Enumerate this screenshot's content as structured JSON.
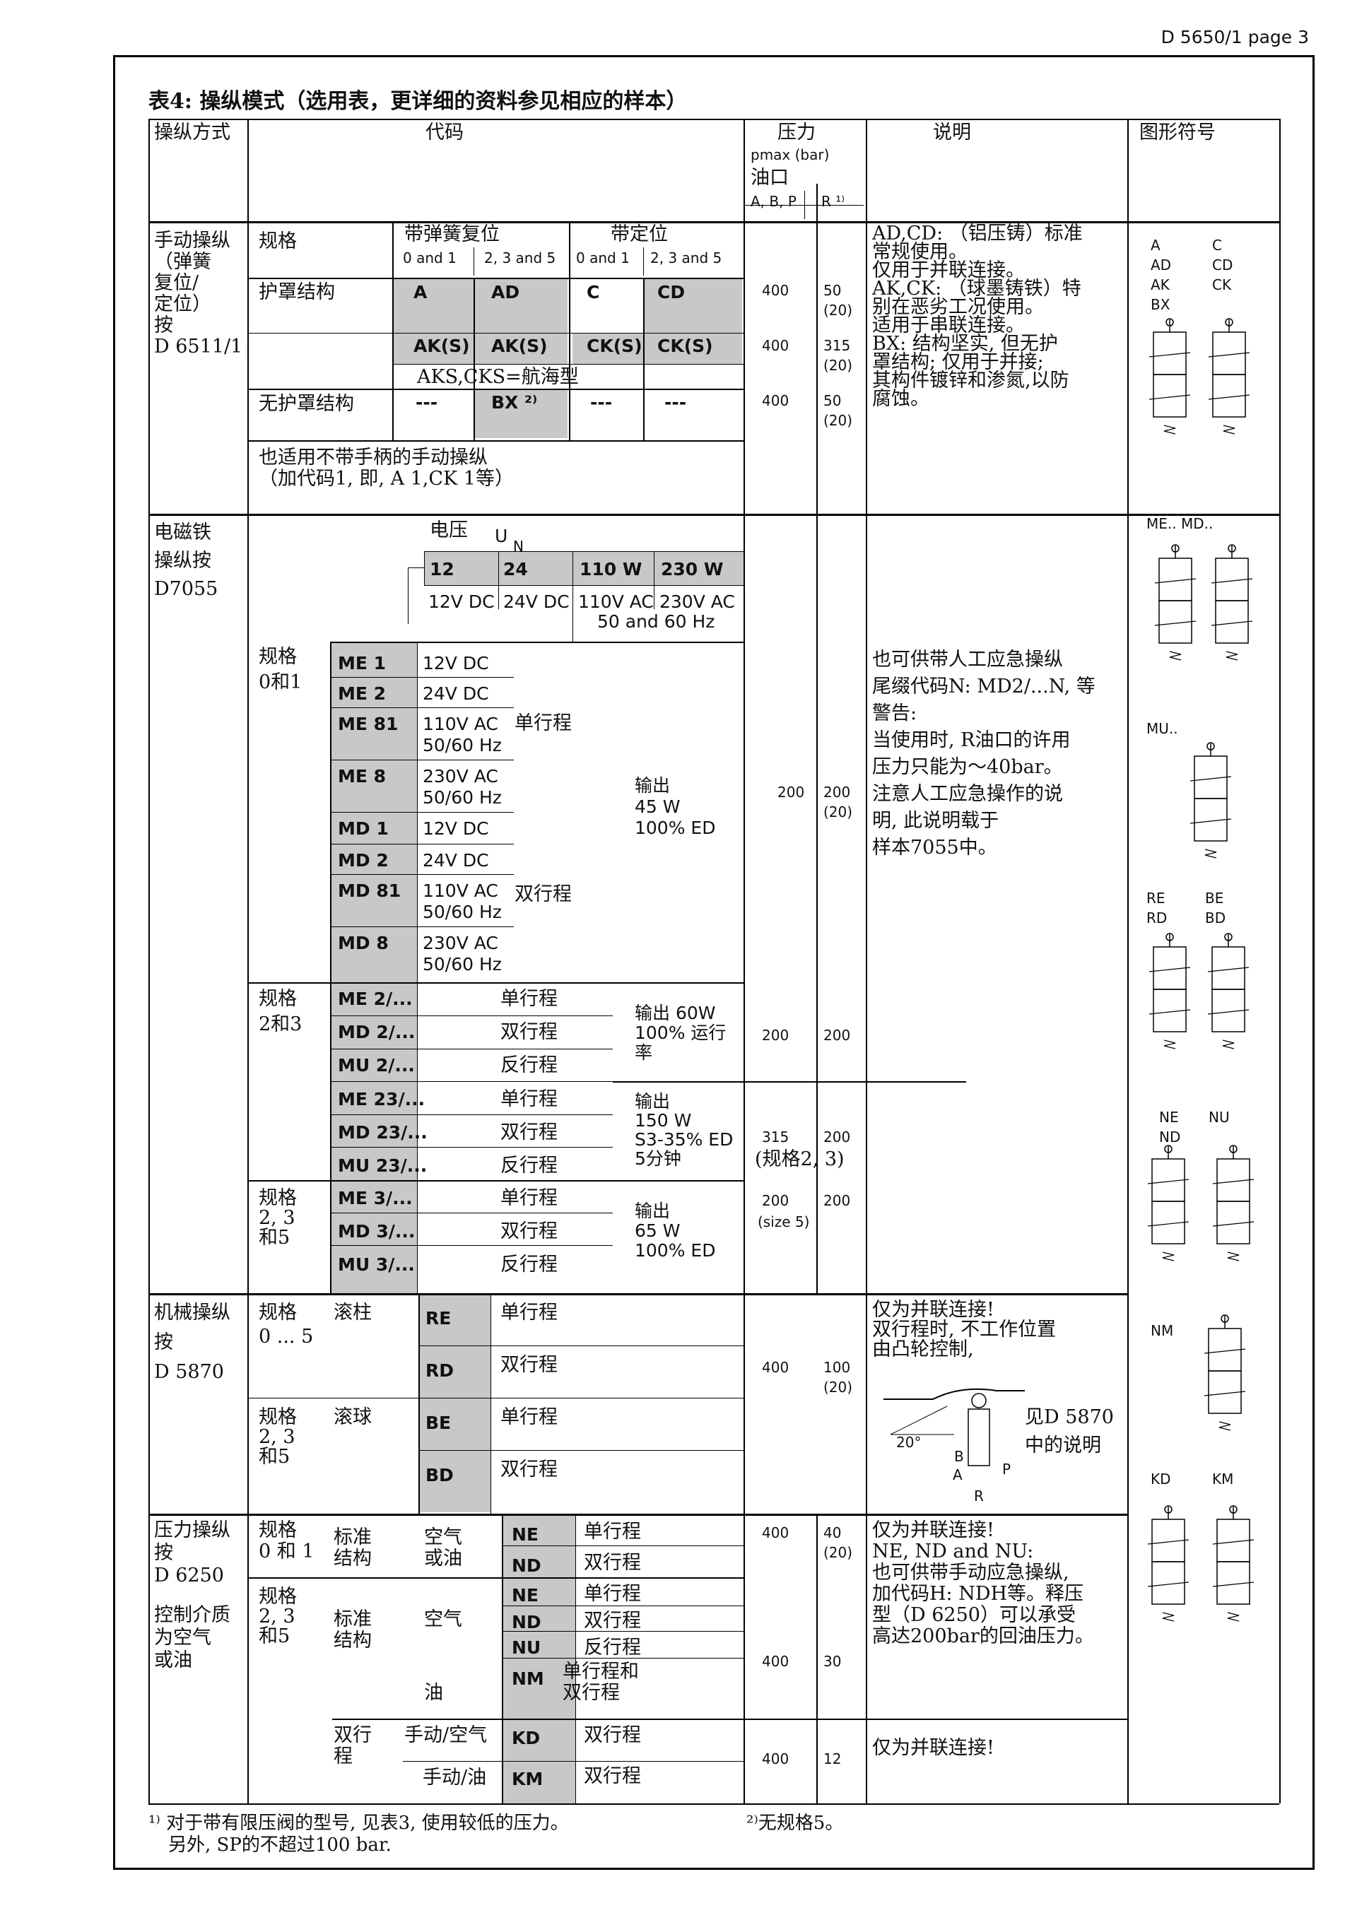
{
  "header": "D 5650/1  page  3",
  "title": "表4:  操纵模式（选用表，更详细的资料参见相应的样本）",
  "cols": {
    "mode": "操纵方式",
    "code": "代码",
    "pressure": "压力",
    "pmax": "pmax (bar)",
    "port": "油口",
    "abp": "A, B, P",
    "r": "R ¹⁾",
    "desc": "说明",
    "symbol": "图形符号"
  },
  "manual": {
    "mode": [
      "手动操纵",
      "（弹簧",
      "复位/",
      "定位）",
      "按",
      "D 6511/1"
    ],
    "size": "规格",
    "spring": "带弹簧复位",
    "detent": "带定位",
    "s01": "0 and 1",
    "s235": "2, 3 and 5",
    "guard": "护罩结构",
    "noguard": "无护罩结构",
    "codes1": [
      "A",
      "AD",
      "C",
      "CD"
    ],
    "codes2": [
      "AK(S)",
      "AK(S)",
      "CK(S)",
      "CK(S)"
    ],
    "marine": "AKS,CKS=航海型",
    "codes3": [
      "---",
      "BX ²⁾",
      "---",
      "---"
    ],
    "p1": "400",
    "r1a": "50",
    "r1b": "(20)",
    "p2": "400",
    "r2a": "315",
    "r2b": "(20)",
    "p3": "400",
    "r3a": "50",
    "r3b": "(20)",
    "also": [
      "也适用不带手柄的手动操纵",
      "（加代码1, 即, A 1,CK 1等）"
    ],
    "desc": [
      "AD,CD: （铝压铸）标准",
      "常规使用。",
      "仅用于并联连接。",
      "AK,CK: （球墨铸铁）特",
      "别在恶劣工况使用。",
      "适用于串联连接。",
      "BX: 结构坚实, 但无护",
      "罩结构; 仅用于并接;",
      "其构件镀锌和渗氮,以防",
      "腐蚀。"
    ],
    "sym": [
      "A",
      "C",
      "AD",
      "CD",
      "AK",
      "CK",
      "BX"
    ]
  },
  "solenoid": {
    "mode": [
      "电磁铁",
      "操纵按",
      "D7055"
    ],
    "voltage": "电压",
    "un": "U",
    "un_sub": "N",
    "vcodes": [
      "12",
      "24",
      "110 W",
      "230 W"
    ],
    "vvals": [
      "12V DC",
      "24V DC",
      "110V AC",
      "230V AC"
    ],
    "hz": "50 and 60 Hz",
    "size01": [
      "规格",
      "0和1"
    ],
    "rows01": [
      {
        "c": "ME 1",
        "v": "12V DC"
      },
      {
        "c": "ME 2",
        "v": "24V DC"
      },
      {
        "c": "ME 81",
        "v": "110V AC",
        "v2": "50/60 Hz"
      },
      {
        "c": "ME 8",
        "v": "230V AC",
        "v2": "50/60 Hz"
      },
      {
        "c": "MD 1",
        "v": "12V DC"
      },
      {
        "c": "MD 2",
        "v": "24V DC"
      },
      {
        "c": "MD 81",
        "v": "110V AC",
        "v2": "50/60 Hz"
      },
      {
        "c": "MD 8",
        "v": "230V AC",
        "v2": "50/60 Hz"
      }
    ],
    "single": "单行程",
    "double": "双行程",
    "reverse": "反行程",
    "out45": [
      "输出",
      "45 W",
      "100% ED"
    ],
    "p01": "200",
    "r01a": "200",
    "r01b": "(20)",
    "size23": [
      "规格",
      "2和3"
    ],
    "rows23a": [
      "ME 2/...",
      "MD 2/...",
      "MU 2/..."
    ],
    "out60": [
      "输出 60W",
      "100% 运行",
      "率"
    ],
    "p23": "200",
    "r23": "200",
    "rows23b": [
      "ME 23/...",
      "MD 23/...",
      "MU 23/..."
    ],
    "out150": [
      "输出",
      "150 W",
      "S3-35% ED",
      "5分钟"
    ],
    "p23b": "315",
    "p23b2": "(规格2, 3)",
    "r23b": "200",
    "size235": [
      "规格",
      "2, 3",
      "和5"
    ],
    "rows235": [
      "ME 3/...",
      "MD 3/...",
      "MU 3/..."
    ],
    "out65": [
      "输出",
      "65 W",
      "100% ED"
    ],
    "p235": "200",
    "p235b": "(size 5)",
    "r235": "200",
    "desc": [
      "也可供带人工应急操纵",
      "尾缀代码N: MD2/...N, 等",
      "警告:",
      "当使用时, R油口的许用",
      "压力只能为～40bar。",
      "注意人工应急操作的说",
      "明, 此说明载于",
      "样本7055中。"
    ],
    "sym": [
      "ME.. MD..",
      "MU..",
      "RE",
      "BE",
      "RD",
      "BD"
    ]
  },
  "mech": {
    "mode": [
      "机械操纵",
      "按",
      "D 5870"
    ],
    "size05": [
      "规格",
      "0 ... 5"
    ],
    "roller": "滚柱",
    "size235": [
      "规格",
      "2, 3",
      "和5"
    ],
    "ball": "滚球",
    "codes": [
      "RE",
      "RD",
      "BE",
      "BD"
    ],
    "p": "400",
    "ra": "100",
    "rb": "(20)",
    "desc": [
      "仅为并联连接!",
      "双行程时, 不工作位置",
      "由凸轮控制,"
    ],
    "see": [
      "见D 5870",
      "中的说明"
    ],
    "angle": "20°",
    "ports": [
      "B",
      "A",
      "P",
      "R"
    ],
    "sym": [
      "NE",
      "NU",
      "ND"
    ]
  },
  "pressure": {
    "mode": [
      "压力操纵",
      "按",
      "D 6250"
    ],
    "medium": [
      "控制介质",
      "为空气",
      "或油"
    ],
    "size01": [
      "规格",
      "0 和 1"
    ],
    "std": [
      "标准",
      "结构"
    ],
    "airoil": [
      "空气",
      "或油"
    ],
    "c01": [
      "NE",
      "ND"
    ],
    "p01": "400",
    "r01a": "40",
    "r01b": "(20)",
    "size235": [
      "规格",
      "2, 3",
      "和5"
    ],
    "air": "空气",
    "oil": "油",
    "c235": [
      "NE",
      "ND",
      "NU",
      "NM"
    ],
    "nm": [
      "单行程和",
      "双行程"
    ],
    "p235": "400",
    "r235": "30",
    "dbl": [
      "双行",
      "程"
    ],
    "manair": "手动/空气",
    "manoil": "手动/油",
    "c3": [
      "KD",
      "KM"
    ],
    "p3": "400",
    "r3": "12",
    "desc": [
      "仅为并联连接!",
      "NE, ND and NU:",
      "也可供带手动应急操纵,",
      "加代码H: NDH等。释压",
      "型（D 6250）可以承受",
      "高达200bar的回油压力。"
    ],
    "desc2": "仅为并联连接!",
    "sym": [
      "NM",
      "KD",
      "KM"
    ]
  },
  "footnotes": {
    "f1": "¹⁾ 对于带有限压阀的型号, 见表3, 使用较低的压力。",
    "f1b": "另外, SP的不超过100 bar.",
    "f2": "²⁾无规格5。"
  }
}
